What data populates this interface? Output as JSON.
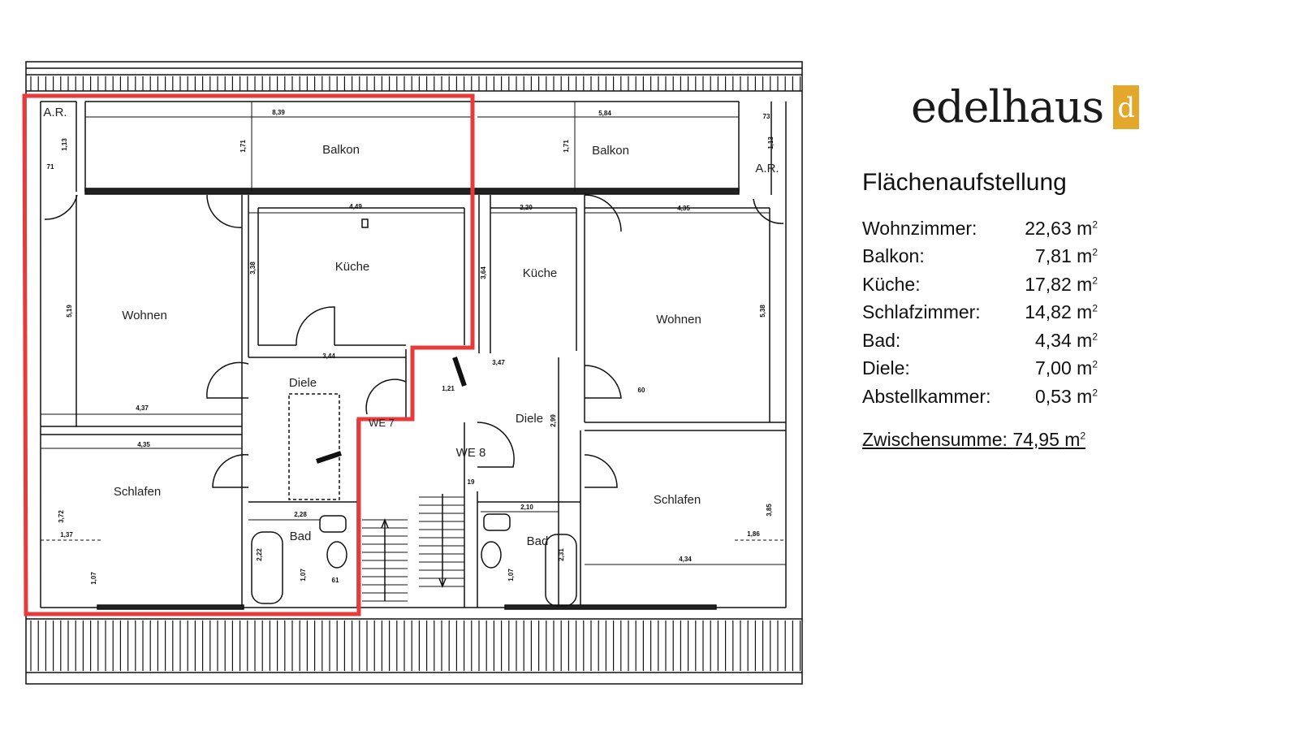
{
  "brand": {
    "name": "edelhaus",
    "mark": "d",
    "accent": "#e3a82b"
  },
  "plan": {
    "highlight_color": "#e83a3a",
    "rooms": {
      "balkon_left": "Balkon",
      "balkon_right": "Balkon",
      "kueche_left": "Küche",
      "kueche_right": "Küche",
      "wohnen_left": "Wohnen",
      "wohnen_right": "Wohnen",
      "diele_left": "Diele",
      "diele_right": "Diele",
      "schlafen_left": "Schlafen",
      "schlafen_right": "Schlafen",
      "bad_left": "Bad",
      "bad_right": "Bad",
      "ar_left": "A.R.",
      "ar_right": "A.R.",
      "we7": "WE 7",
      "we8": "WE 8"
    },
    "dims": {
      "d1": "8,39",
      "d2": "5,84",
      "d3": "1,71",
      "d4": "1,71",
      "d5": "4,49",
      "d6": "2,20",
      "d7": "4,35",
      "d8": "3,38",
      "d9": "3,64",
      "d10": "5,19",
      "d11": "5,38",
      "d12": "3,44",
      "d13": "4,37",
      "d14": "4,35",
      "d15": "3,72",
      "d16": "1,37",
      "d17": "1,07",
      "d18": "2,28",
      "d19": "2,22",
      "d20": "2,10",
      "d21": "2,31",
      "d22": "4,34",
      "d23": "1,86",
      "d24": "3,85",
      "d25": "73",
      "d26": "71",
      "d27": "60",
      "d28": "1,13",
      "d29": "1,13",
      "d30": "61",
      "d31": "1,07",
      "d32": "1,07",
      "d33": "2,99",
      "d34": "3,47",
      "d35": "1,21",
      "d36": "19"
    }
  },
  "summary": {
    "title": "Flächenaufstellung",
    "unit": "m",
    "unit_exp": "2",
    "rows": [
      {
        "label": "Wohnzimmer:",
        "value": "22,63"
      },
      {
        "label": "Balkon:",
        "value": "7,81"
      },
      {
        "label": "Küche:",
        "value": "17,82"
      },
      {
        "label": "Schlafzimmer:",
        "value": "14,82"
      },
      {
        "label": "Bad:",
        "value": "4,34"
      },
      {
        "label": "Diele:",
        "value": "7,00"
      },
      {
        "label": "Abstellkammer:",
        "value": "0,53"
      }
    ],
    "total_label": "Zwischensumme:",
    "total_value": "74,95"
  }
}
